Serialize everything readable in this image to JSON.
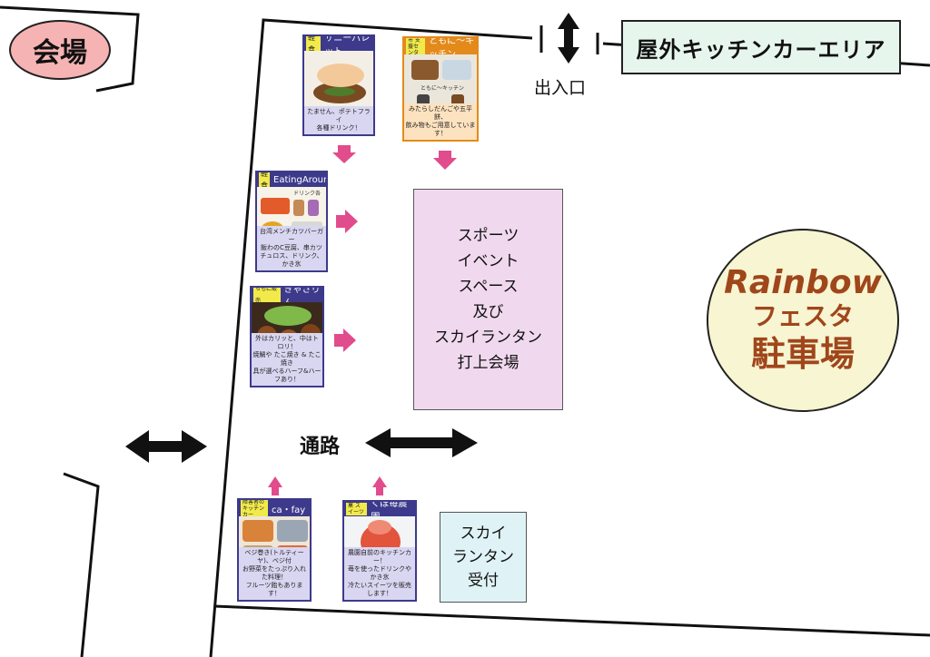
{
  "labels": {
    "venue": "会場",
    "kitchen_area": "屋外キッチンカーエリア",
    "entrance": "出入口",
    "passage": "通路"
  },
  "event_space": [
    "スポーツ",
    "イベント",
    "スペース",
    "及び",
    "スカイランタン",
    "打上会場"
  ],
  "reception": [
    "スカイ",
    "ランタン",
    "受付"
  ],
  "parking": {
    "en": "Rainbow",
    "kana": "フェスタ",
    "kanji": "駐車場"
  },
  "vendors": {
    "sunny": {
      "category": "軽食",
      "name": "サニーパレット",
      "desc": [
        "たません、ポテトフライ",
        "各種ドリンク！"
      ]
    },
    "tomoni": {
      "category": "豊田市 支援センター",
      "name": "ともに～キッチン",
      "img_text": "ともに～キッチン",
      "desc": [
        "みたらしだんごや五平餅、",
        "飲み物もご用意しています！"
      ]
    },
    "eating": {
      "category": "軽食",
      "name": "EatingAround",
      "img_text": "ドリンク各",
      "desc": [
        "台湾メンチカツバーガー",
        "飯わのC豆腐、串カツ",
        "チュロス、ドリンク、かき氷"
      ]
    },
    "kyasarin": {
      "category": "ちもに販売",
      "name": "きゃさりん",
      "desc": [
        "外はカリッと、中はトロリ！",
        "焼鯛や たこ焼き & たこ焼き",
        "具が選べるハーフ&ハーフあり！"
      ]
    },
    "cafay": {
      "category": "障害者の キッチンカー",
      "name": "ca・fay",
      "desc": [
        "ベジ巻き(トルティーヤ)、ベジ付",
        "お野菜をたっぷり入れた料理！",
        "フルーツ飴もあります！"
      ]
    },
    "kubo": {
      "category": "菓 スイーツ",
      "name": "くぼ苺農園",
      "desc": [
        "農園自前のキッチンカー！",
        "苺を使ったドリンクやかき氷",
        "冷たいスイーツを販売します！"
      ]
    }
  }
}
